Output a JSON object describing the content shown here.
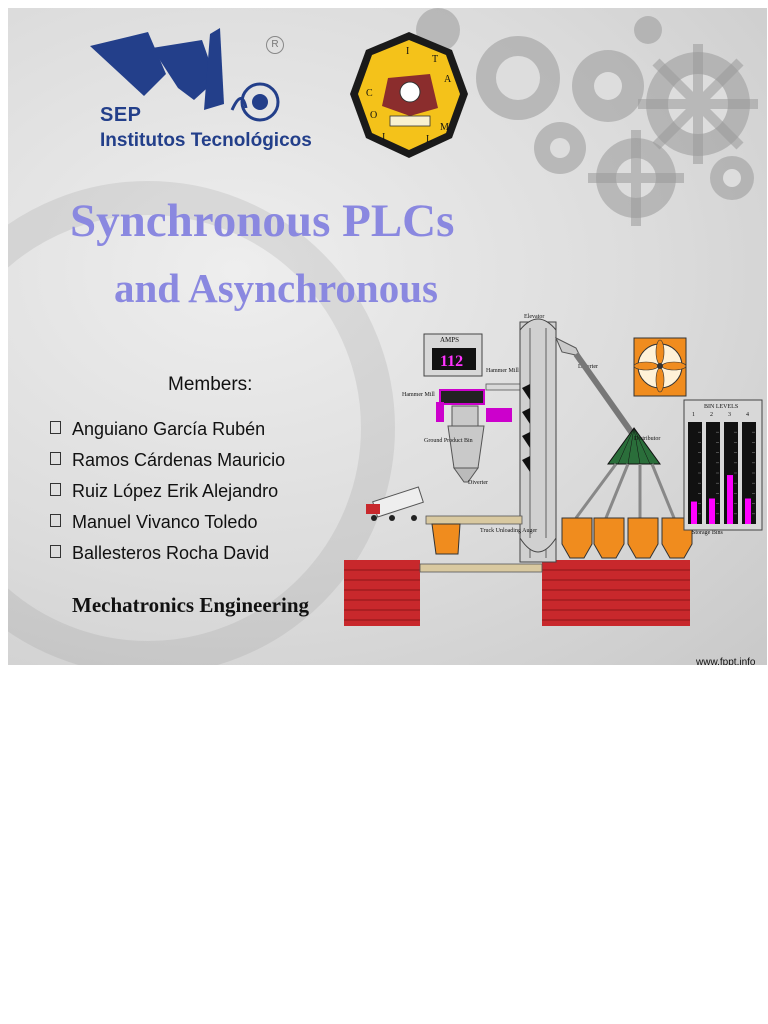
{
  "logo": {
    "sep": "SEP",
    "institution": "Institutos Tecnológicos",
    "registered_mark": "R"
  },
  "seal": {
    "letters": [
      "I",
      "T",
      "A",
      "C",
      "M",
      "L",
      "I",
      "O"
    ]
  },
  "title": {
    "line1": "Synchronous PLCs",
    "line2": "and Asynchronous"
  },
  "members": {
    "heading": "Members:",
    "list": [
      "Anguiano García Rubén",
      "Ramos Cárdenas Mauricio",
      "Ruiz López Erik Alejandro",
      "Manuel Vivanco Toledo",
      "Ballesteros Rocha David"
    ]
  },
  "career": "Mechatronics Engineering",
  "diagram": {
    "amps_label": "AMPS",
    "amps_value": "112",
    "labels": {
      "elevator": "Elevator",
      "diverter_top": "Diverter",
      "hammer_mill_feed_auger": "Hammer Mill Feed Auger",
      "hammer_mill": "Hammer Mill",
      "ground_product_bin": "Ground Product Bin",
      "diverter": "Diverter",
      "distributor": "Distributor",
      "truck_unloading_auger": "Truck Unloading Auger",
      "storage_bins": "Storage Bins",
      "bin_levels": "BIN LEVELS"
    },
    "bin_numbers": [
      "1",
      "2",
      "3",
      "4"
    ],
    "bin_levels": [
      0.22,
      0.25,
      0.48,
      0.25
    ]
  },
  "footer": "www.fppt.info",
  "colors": {
    "title": "#8a88e0",
    "logo_blue": "#233f8a",
    "brick": "#c8282c",
    "bin_orange": "#f08c1e",
    "level_magenta": "#ff00ff"
  }
}
